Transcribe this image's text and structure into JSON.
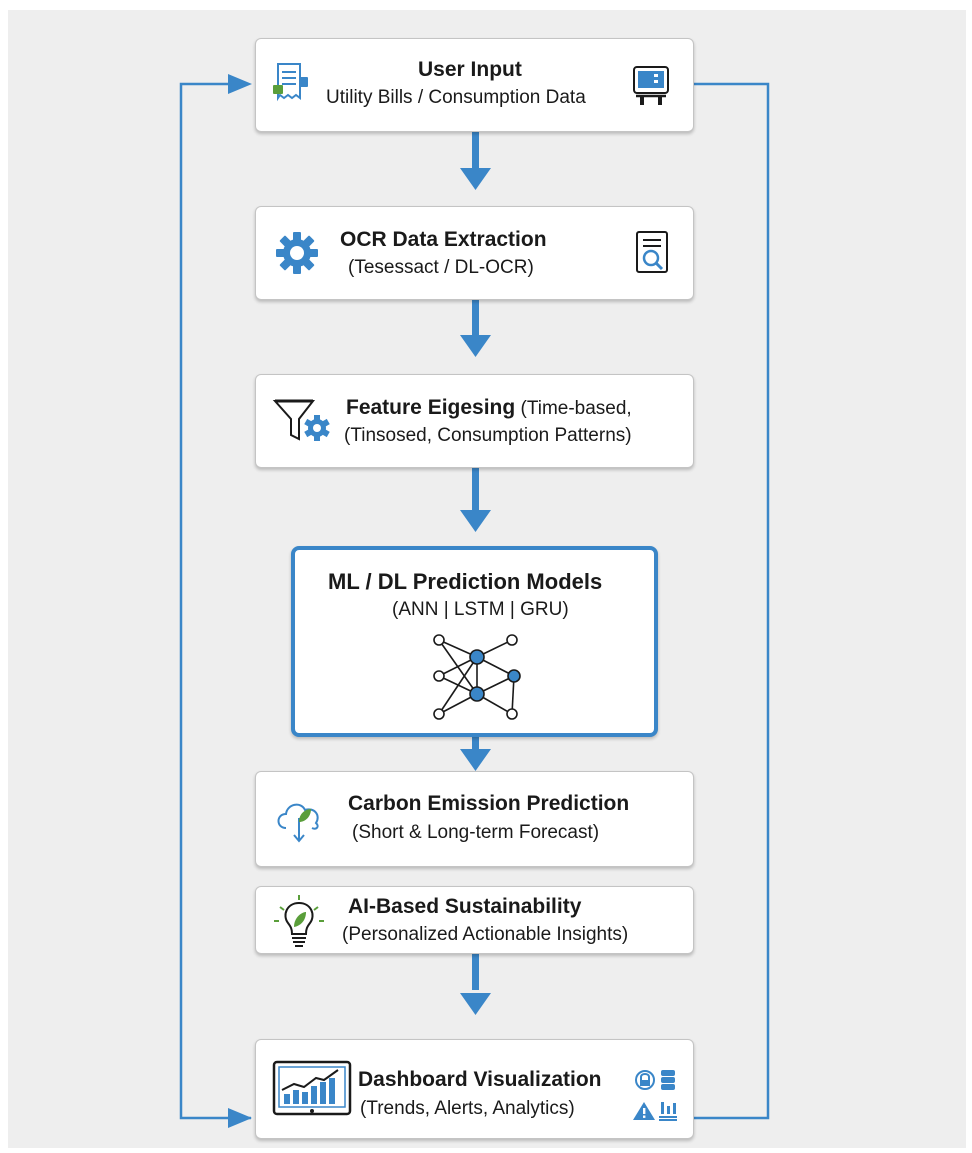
{
  "nodes": [
    {
      "id": "user-input",
      "title": "User Input",
      "subtitle": "Utility Bills / Consumption Data",
      "icons": [
        "bill-icon",
        "utility-meter-icon"
      ]
    },
    {
      "id": "ocr-extraction",
      "title": "OCR Data Extraction",
      "subtitle": "(Tesessact / DL-OCR)",
      "icons": [
        "gear-icon",
        "document-search-icon"
      ]
    },
    {
      "id": "feature-engineering",
      "title": "Feature Eigesing",
      "title_suffix": " (Time-based,",
      "subtitle": "(Tinsosed, Consumption Patterns)",
      "icons": [
        "funnel-gear-icon"
      ]
    },
    {
      "id": "prediction-models",
      "title": "ML / DL Prediction Models",
      "subtitle": "(ANN | LSTM | GRU)",
      "icons": [
        "neural-network-icon"
      ]
    },
    {
      "id": "carbon-prediction",
      "title": "Carbon Emission Prediction",
      "subtitle": "(Short & Long-term Forecast)",
      "icons": [
        "cloud-leaf-icon"
      ]
    },
    {
      "id": "sustainability",
      "title": "AI-Based Sustainability",
      "subtitle": "(Personalized Actionable Insights)",
      "icons": [
        "lightbulb-leaf-icon"
      ]
    },
    {
      "id": "dashboard",
      "title": "Dashboard Visualization",
      "subtitle": "(Trends, Alerts, Analytics)",
      "icons": [
        "monitor-chart-icon",
        "lock-icon",
        "database-icon",
        "warning-icon",
        "bar-chart-icon"
      ]
    }
  ],
  "colors": {
    "accent": "#3a86c8",
    "box_border": "#c4c4c4",
    "background": "#eeeeee",
    "leaf": "#5a9e3a"
  }
}
